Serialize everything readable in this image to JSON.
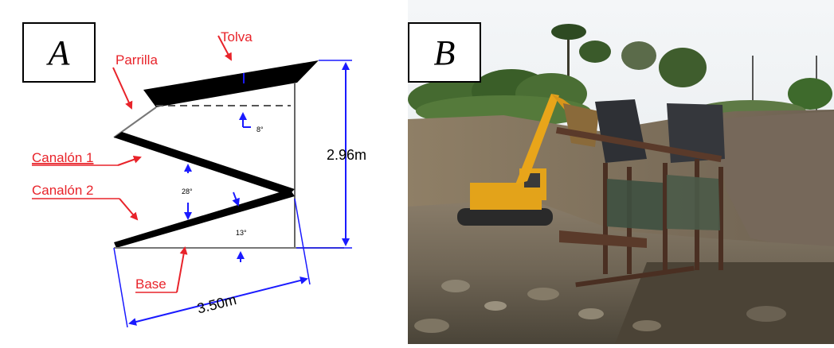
{
  "panel_a": {
    "label": "A",
    "annotations": {
      "tolva": "Tolva",
      "parrilla": "Parrilla",
      "canalon1": "Canalón 1",
      "canalon2": "Canalón 2",
      "base": "Base"
    },
    "dimensions": {
      "height": "2.96m",
      "width": "3.50m"
    },
    "angles": {
      "tolva_angle": "8°",
      "canalon_angle": "28°",
      "base_angle": "13°"
    },
    "colors": {
      "annotation": "#e8232a",
      "dimension": "#1a1aff",
      "structure": "#000000"
    }
  },
  "panel_b": {
    "label": "B"
  }
}
